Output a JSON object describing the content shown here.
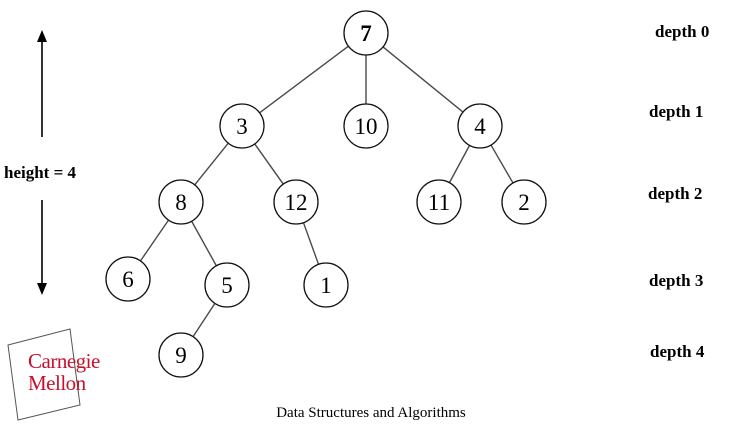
{
  "diagram": {
    "nodes": [
      {
        "id": "n7",
        "label": "7",
        "root": true
      },
      {
        "id": "n3",
        "label": "3"
      },
      {
        "id": "n10",
        "label": "10"
      },
      {
        "id": "n4",
        "label": "4"
      },
      {
        "id": "n8",
        "label": "8"
      },
      {
        "id": "n12",
        "label": "12"
      },
      {
        "id": "n11",
        "label": "11"
      },
      {
        "id": "n2",
        "label": "2"
      },
      {
        "id": "n6",
        "label": "6"
      },
      {
        "id": "n5",
        "label": "5"
      },
      {
        "id": "n1",
        "label": "1"
      },
      {
        "id": "n9",
        "label": "9"
      }
    ],
    "edges": [
      [
        "n7",
        "n3"
      ],
      [
        "n7",
        "n10"
      ],
      [
        "n7",
        "n4"
      ],
      [
        "n3",
        "n8"
      ],
      [
        "n3",
        "n12"
      ],
      [
        "n4",
        "n11"
      ],
      [
        "n4",
        "n2"
      ],
      [
        "n8",
        "n6"
      ],
      [
        "n8",
        "n5"
      ],
      [
        "n12",
        "n1"
      ],
      [
        "n5",
        "n9"
      ]
    ],
    "depth_labels": [
      "depth 0",
      "depth 1",
      "depth 2",
      "depth 3",
      "depth 4"
    ],
    "height_label": "height = 4"
  },
  "footer": {
    "text": "Data Structures and Algorithms"
  },
  "logo": {
    "line1": "Carnegie",
    "line2": "Mellon",
    "color": "#c8102e"
  }
}
